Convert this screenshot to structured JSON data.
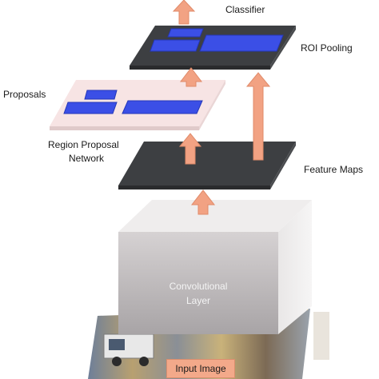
{
  "labels": {
    "classifier": "Classifier",
    "roi_pooling": "ROI Pooling",
    "proposals": "Proposals",
    "rpn_line1": "Region Proposal",
    "rpn_line2": "Network",
    "feature_maps": "Feature Maps",
    "conv_line1": "Convolutional",
    "conv_line2": "Layer",
    "input_image": "Input Image"
  },
  "colors": {
    "dark_layer": "#3d3f42",
    "proposal_box": "#3b4fe6",
    "proposal_layer": "#f7e4e4",
    "arrow": "#f2a283",
    "cube_front": "#c8c4c6",
    "cube_top": "#eceaea"
  }
}
